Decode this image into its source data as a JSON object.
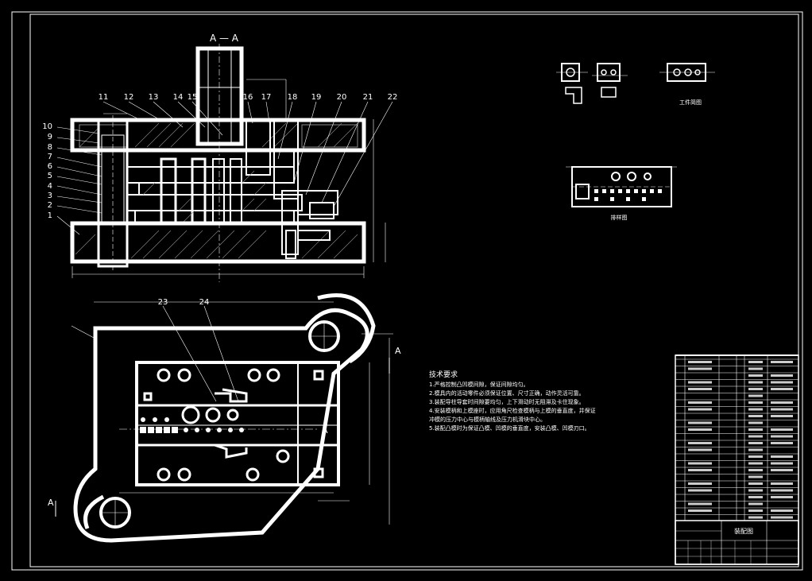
{
  "section_label": "A — A",
  "callouts": [
    "1",
    "2",
    "3",
    "4",
    "5",
    "6",
    "7",
    "8",
    "9",
    "10",
    "11",
    "12",
    "13",
    "14",
    "15",
    "16",
    "17",
    "18",
    "19",
    "20",
    "21",
    "22",
    "23",
    "24"
  ],
  "view_markers": {
    "a_right": "A",
    "a_left": "A",
    "a_mid": "A"
  },
  "captions": {
    "workpiece": "工件简图",
    "layout": "排样图"
  },
  "tech_requirements": {
    "title": "技术要求",
    "lines": [
      "1.严格控制凸凹模间隙，保证间隙均匀。",
      "2.模具内的活动零件必须保证位置、尺寸正确，动作灵活可靠。",
      "3.装配导柱导套时间隙要均匀，上下滑动时无阻滞及卡住现象。",
      "4.安装模柄和上模座时，应用角尺检查模柄与上模的垂直度，并保证",
      "冲模的压力中心与模柄轴线及压力机滑块中心。",
      "5.装配凸模时为保证凸模、凹模的垂直度，安装凸模、凹模刃口。"
    ]
  },
  "title_block": {
    "drawing_name": "装配图"
  },
  "colors": {
    "line": "#ffffff",
    "background": "#000000",
    "accent": "#d02030"
  }
}
